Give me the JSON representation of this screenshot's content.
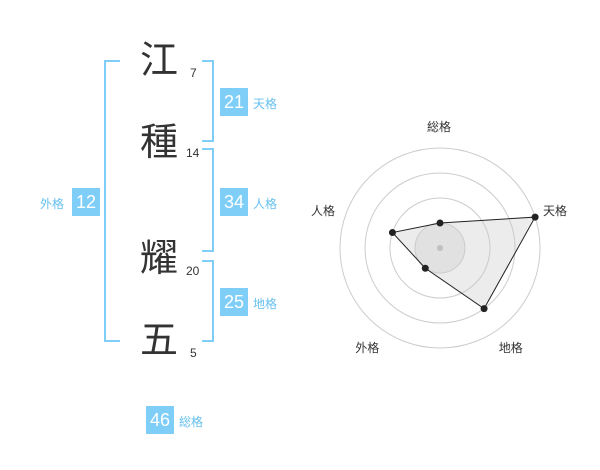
{
  "name": {
    "characters": [
      {
        "char": "江",
        "strokes": "7"
      },
      {
        "char": "種",
        "strokes": "14"
      },
      {
        "char": "耀",
        "strokes": "20"
      },
      {
        "char": "五",
        "strokes": "5"
      }
    ]
  },
  "fortunes": {
    "tenkaku": {
      "value": "21",
      "label": "天格"
    },
    "jinkaku": {
      "value": "34",
      "label": "人格"
    },
    "chikaku": {
      "value": "25",
      "label": "地格"
    },
    "gaikaku": {
      "value": "12",
      "label": "外格"
    },
    "soukaku": {
      "value": "46",
      "label": "総格"
    }
  },
  "colors": {
    "accent": "#7fcef7",
    "text": "#333333",
    "grid": "#cccccc",
    "fill": "#eeeeee"
  },
  "chart_data": {
    "type": "radar",
    "axes": [
      "総格",
      "天格",
      "地格",
      "外格",
      "人格"
    ],
    "levels": 4,
    "max": 4,
    "values": [
      1,
      4,
      3,
      1,
      2
    ]
  }
}
